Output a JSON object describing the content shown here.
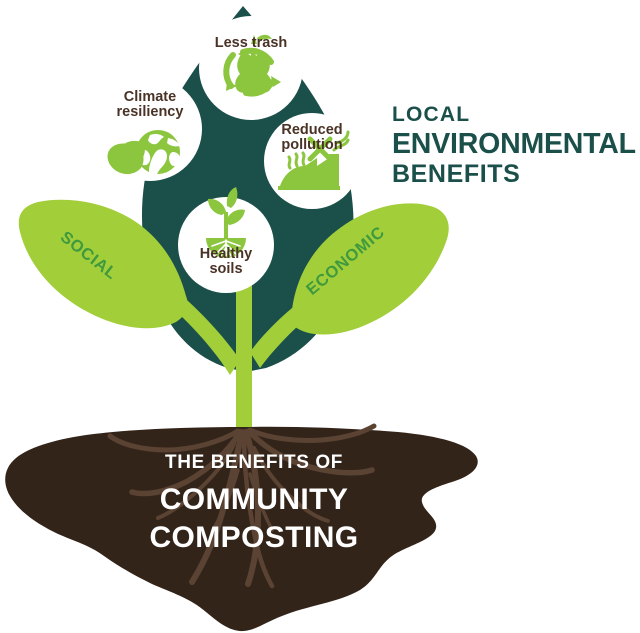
{
  "headline": {
    "line1": "LOCAL",
    "line2": "ENVIRONMENTAL",
    "line3": "BENEFITS",
    "color": "#1b504a"
  },
  "soil_title": {
    "line1": "THE BENEFITS OF",
    "line2": "COMMUNITY",
    "line3": "COMPOSTING",
    "color": "#ffffff"
  },
  "leaves": [
    {
      "label": "SOCIAL",
      "side": "left",
      "color": "#3f9a3e"
    },
    {
      "label": "ECONOMIC",
      "side": "right",
      "color": "#3f9a3e"
    }
  ],
  "benefit_circles": [
    {
      "label": "Less trash",
      "icon": "recycling-apple-core-icon"
    },
    {
      "label": "Climate\nresiliency",
      "icon": "globe-leaf-icon"
    },
    {
      "label": "Reduced\npollution",
      "icon": "factory-no-smoke-icon"
    },
    {
      "label": "Healthy\nsoils",
      "icon": "seedling-roots-icon"
    }
  ],
  "colors": {
    "dark_green": "#1b504a",
    "light_green": "#a2ce3a",
    "mid_green": "#8cc63f",
    "icon_green": "#8cc63f",
    "leaf_text_green": "#3f9a3e",
    "soil_brown": "#33241a",
    "root_brown": "#5b4334",
    "circle_fill": "#ffffff",
    "circle_text": "#4a3326",
    "background": "#ffffff"
  }
}
